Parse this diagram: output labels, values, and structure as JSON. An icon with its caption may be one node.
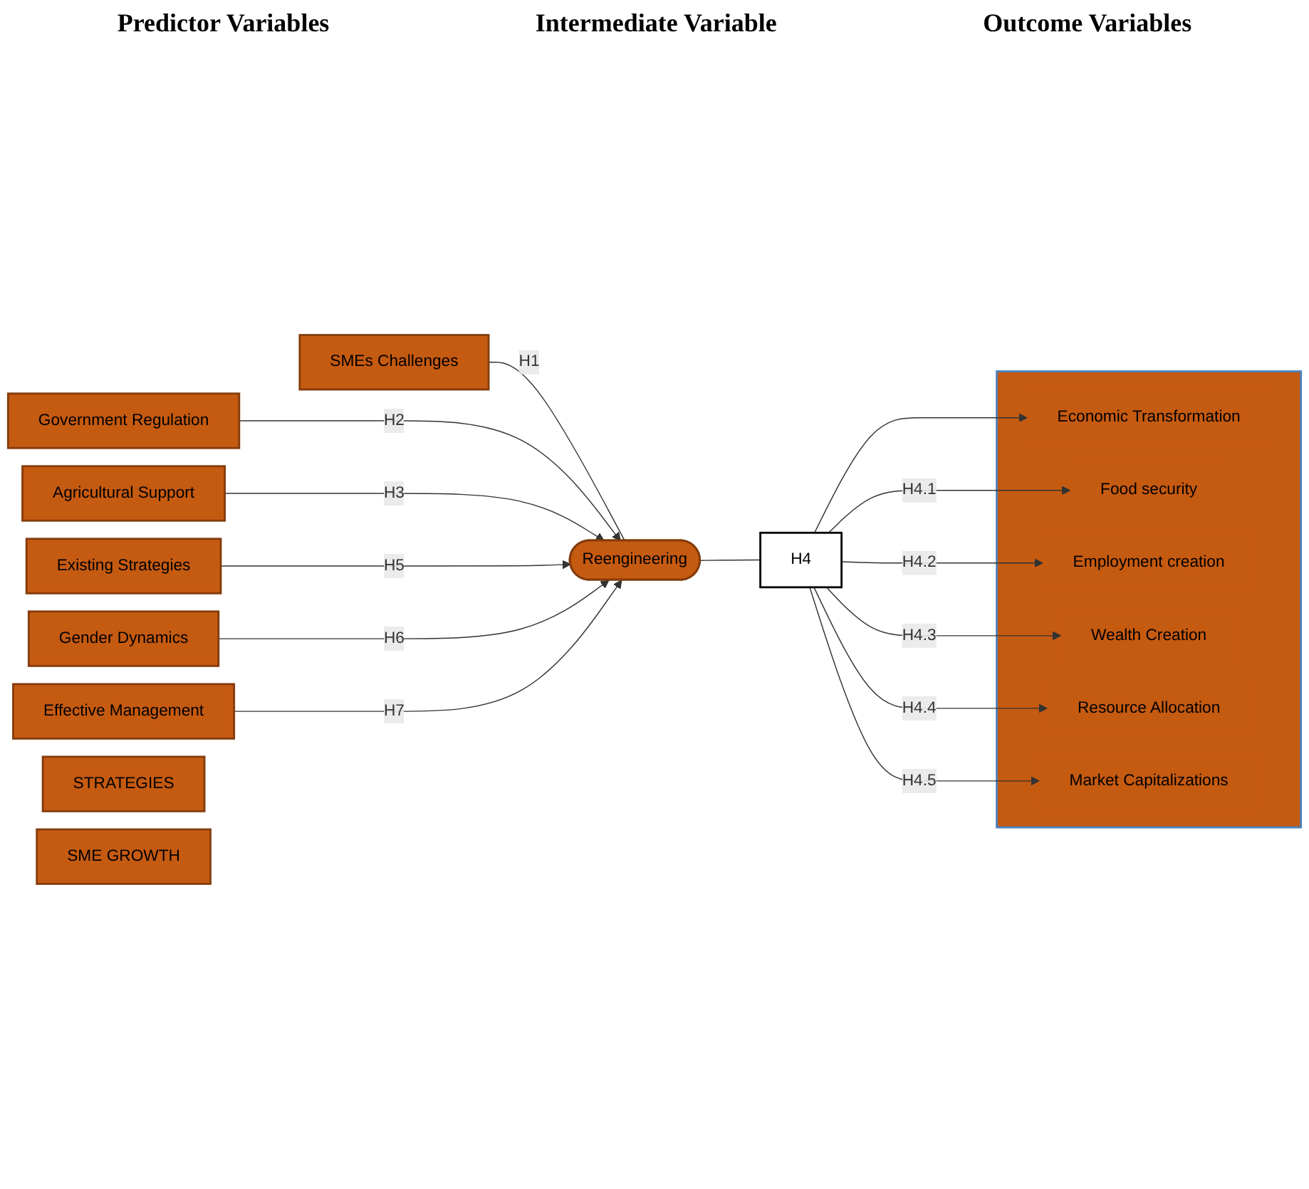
{
  "diagram": {
    "nodes": [
      {
        "text": [
          "SMEs Challenges"
        ]
      },
      {
        "text": [
          "Government Regulation"
        ]
      },
      {
        "text": [
          "Agricultural Support"
        ]
      },
      {
        "text": [
          "Existing Strategies"
        ]
      },
      {
        "text": [
          "Gender Dynamics"
        ]
      },
      {
        "text": [
          "Effective Management"
        ]
      },
      {
        "text": [
          "STRATEGIES"
        ]
      },
      {
        "text": [
          "Reengineering"
        ]
      },
      {
        "text": [],
        "shape": "box"
      },
      {
        "text": [
          "Economic Transformation"
        ],
        "in": 8
      },
      {
        "text": [
          "Food security"
        ],
        "in": 8
      },
      {
        "text": [
          "Employment creation"
        ],
        "in": 8
      },
      {
        "text": [
          "Wealth Creation"
        ],
        "in": 8
      },
      {
        "text": [
          "Resource Allocation"
        ],
        "in": 8
      },
      {
        "text": [
          "Market Capitalizations"
        ],
        "in": 8
      },
      {
        "text": [
          "H4"
        ]
      },
      {
        "text": [
          "SME GROWTH"
        ]
      }
    ],
    "edges": [
      {
        "from": 0,
        "to": 7,
        "arrow": "none",
        "label": "H1"
      },
      {
        "from": 1,
        "to": 7,
        "arrow": "to",
        "label": "H2"
      },
      {
        "from": 2,
        "to": 7,
        "arrow": "to",
        "label": "H3"
      },
      {
        "from": 3,
        "to": 7,
        "arrow": "to",
        "label": "H5"
      },
      {
        "from": 4,
        "to": 7,
        "arrow": "to",
        "label": "H6"
      },
      {
        "from": 5,
        "to": 7,
        "arrow": "to",
        "label": "H7"
      },
      {
        "from": 7,
        "to": 15,
        "arrow": "none"
      },
      {
        "from": 15,
        "to": 9,
        "arrow": "to"
      },
      {
        "from": 15,
        "to": 10,
        "arrow": "to",
        "label": "H4.1"
      },
      {
        "from": 15,
        "to": 11,
        "arrow": "to",
        "label": "H4.2"
      },
      {
        "from": 15,
        "to": 12,
        "arrow": "to",
        "label": "H4.3"
      },
      {
        "from": 15,
        "to": 13,
        "arrow": "to",
        "label": "H4.4"
      },
      {
        "from": 15,
        "to": 14,
        "arrow": "to",
        "label": "H4.5"
      }
    ],
    "labels": [
      "Predictor Variables",
      "Intermediate Variable",
      "Outcome Variables"
    ]
  }
}
